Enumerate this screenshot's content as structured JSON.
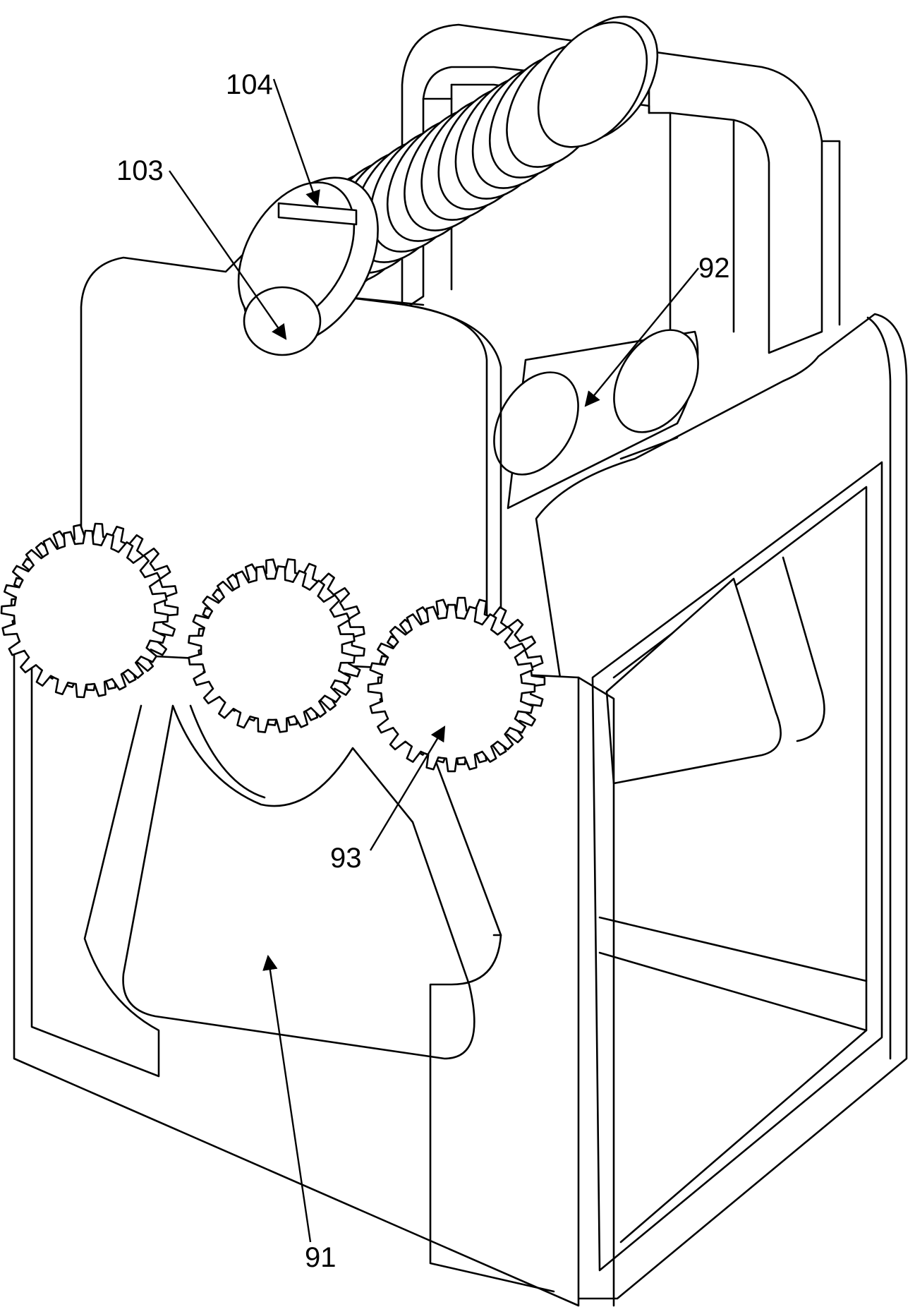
{
  "figure": {
    "labels": [
      {
        "id": "label-104",
        "text": "104"
      },
      {
        "id": "label-103",
        "text": "103"
      },
      {
        "id": "label-92",
        "text": "92"
      },
      {
        "id": "label-93",
        "text": "93"
      },
      {
        "id": "label-91",
        "text": "91"
      }
    ],
    "gears": [
      {
        "id": "gear-left",
        "teeth": 24
      },
      {
        "id": "gear-middle",
        "teeth": 24
      },
      {
        "id": "gear-right",
        "teeth": 24
      }
    ],
    "screw_threads": 13,
    "colors": {
      "line": "#000000",
      "fill": "#ffffff"
    }
  }
}
